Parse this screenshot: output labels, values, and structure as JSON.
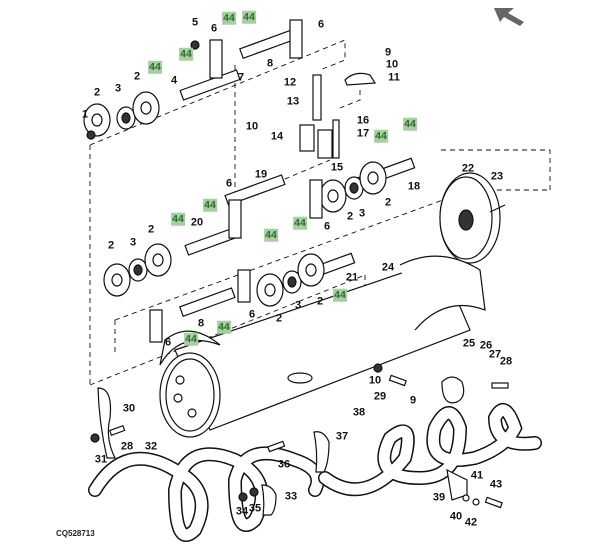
{
  "figure_ref": "CQ528713",
  "nav_icon": "back-arrow-icon",
  "colors": {
    "badge_bg": "#a6cfa0",
    "badge_text": "#2e6a2e",
    "line": "#111111",
    "nav_arrow": "#666666"
  },
  "callouts": [
    "5",
    "44",
    "44",
    "6",
    "6",
    "44",
    "8",
    "7",
    "44",
    "4",
    "2",
    "3",
    "2",
    "1",
    "12",
    "13",
    "10",
    "14",
    "9",
    "10",
    "11",
    "16",
    "17",
    "44",
    "44",
    "15",
    "19",
    "18",
    "2",
    "2",
    "3",
    "6",
    "44",
    "44",
    "22",
    "23",
    "6",
    "44",
    "44",
    "20",
    "2",
    "3",
    "2",
    "21",
    "44",
    "2",
    "3",
    "2",
    "6",
    "44",
    "8",
    "6",
    "44",
    "24",
    "30",
    "28",
    "31",
    "32",
    "36",
    "33",
    "34",
    "35",
    "25",
    "26",
    "27",
    "28",
    "10",
    "29",
    "9",
    "38",
    "37",
    "41",
    "43",
    "39",
    "40",
    "42"
  ]
}
